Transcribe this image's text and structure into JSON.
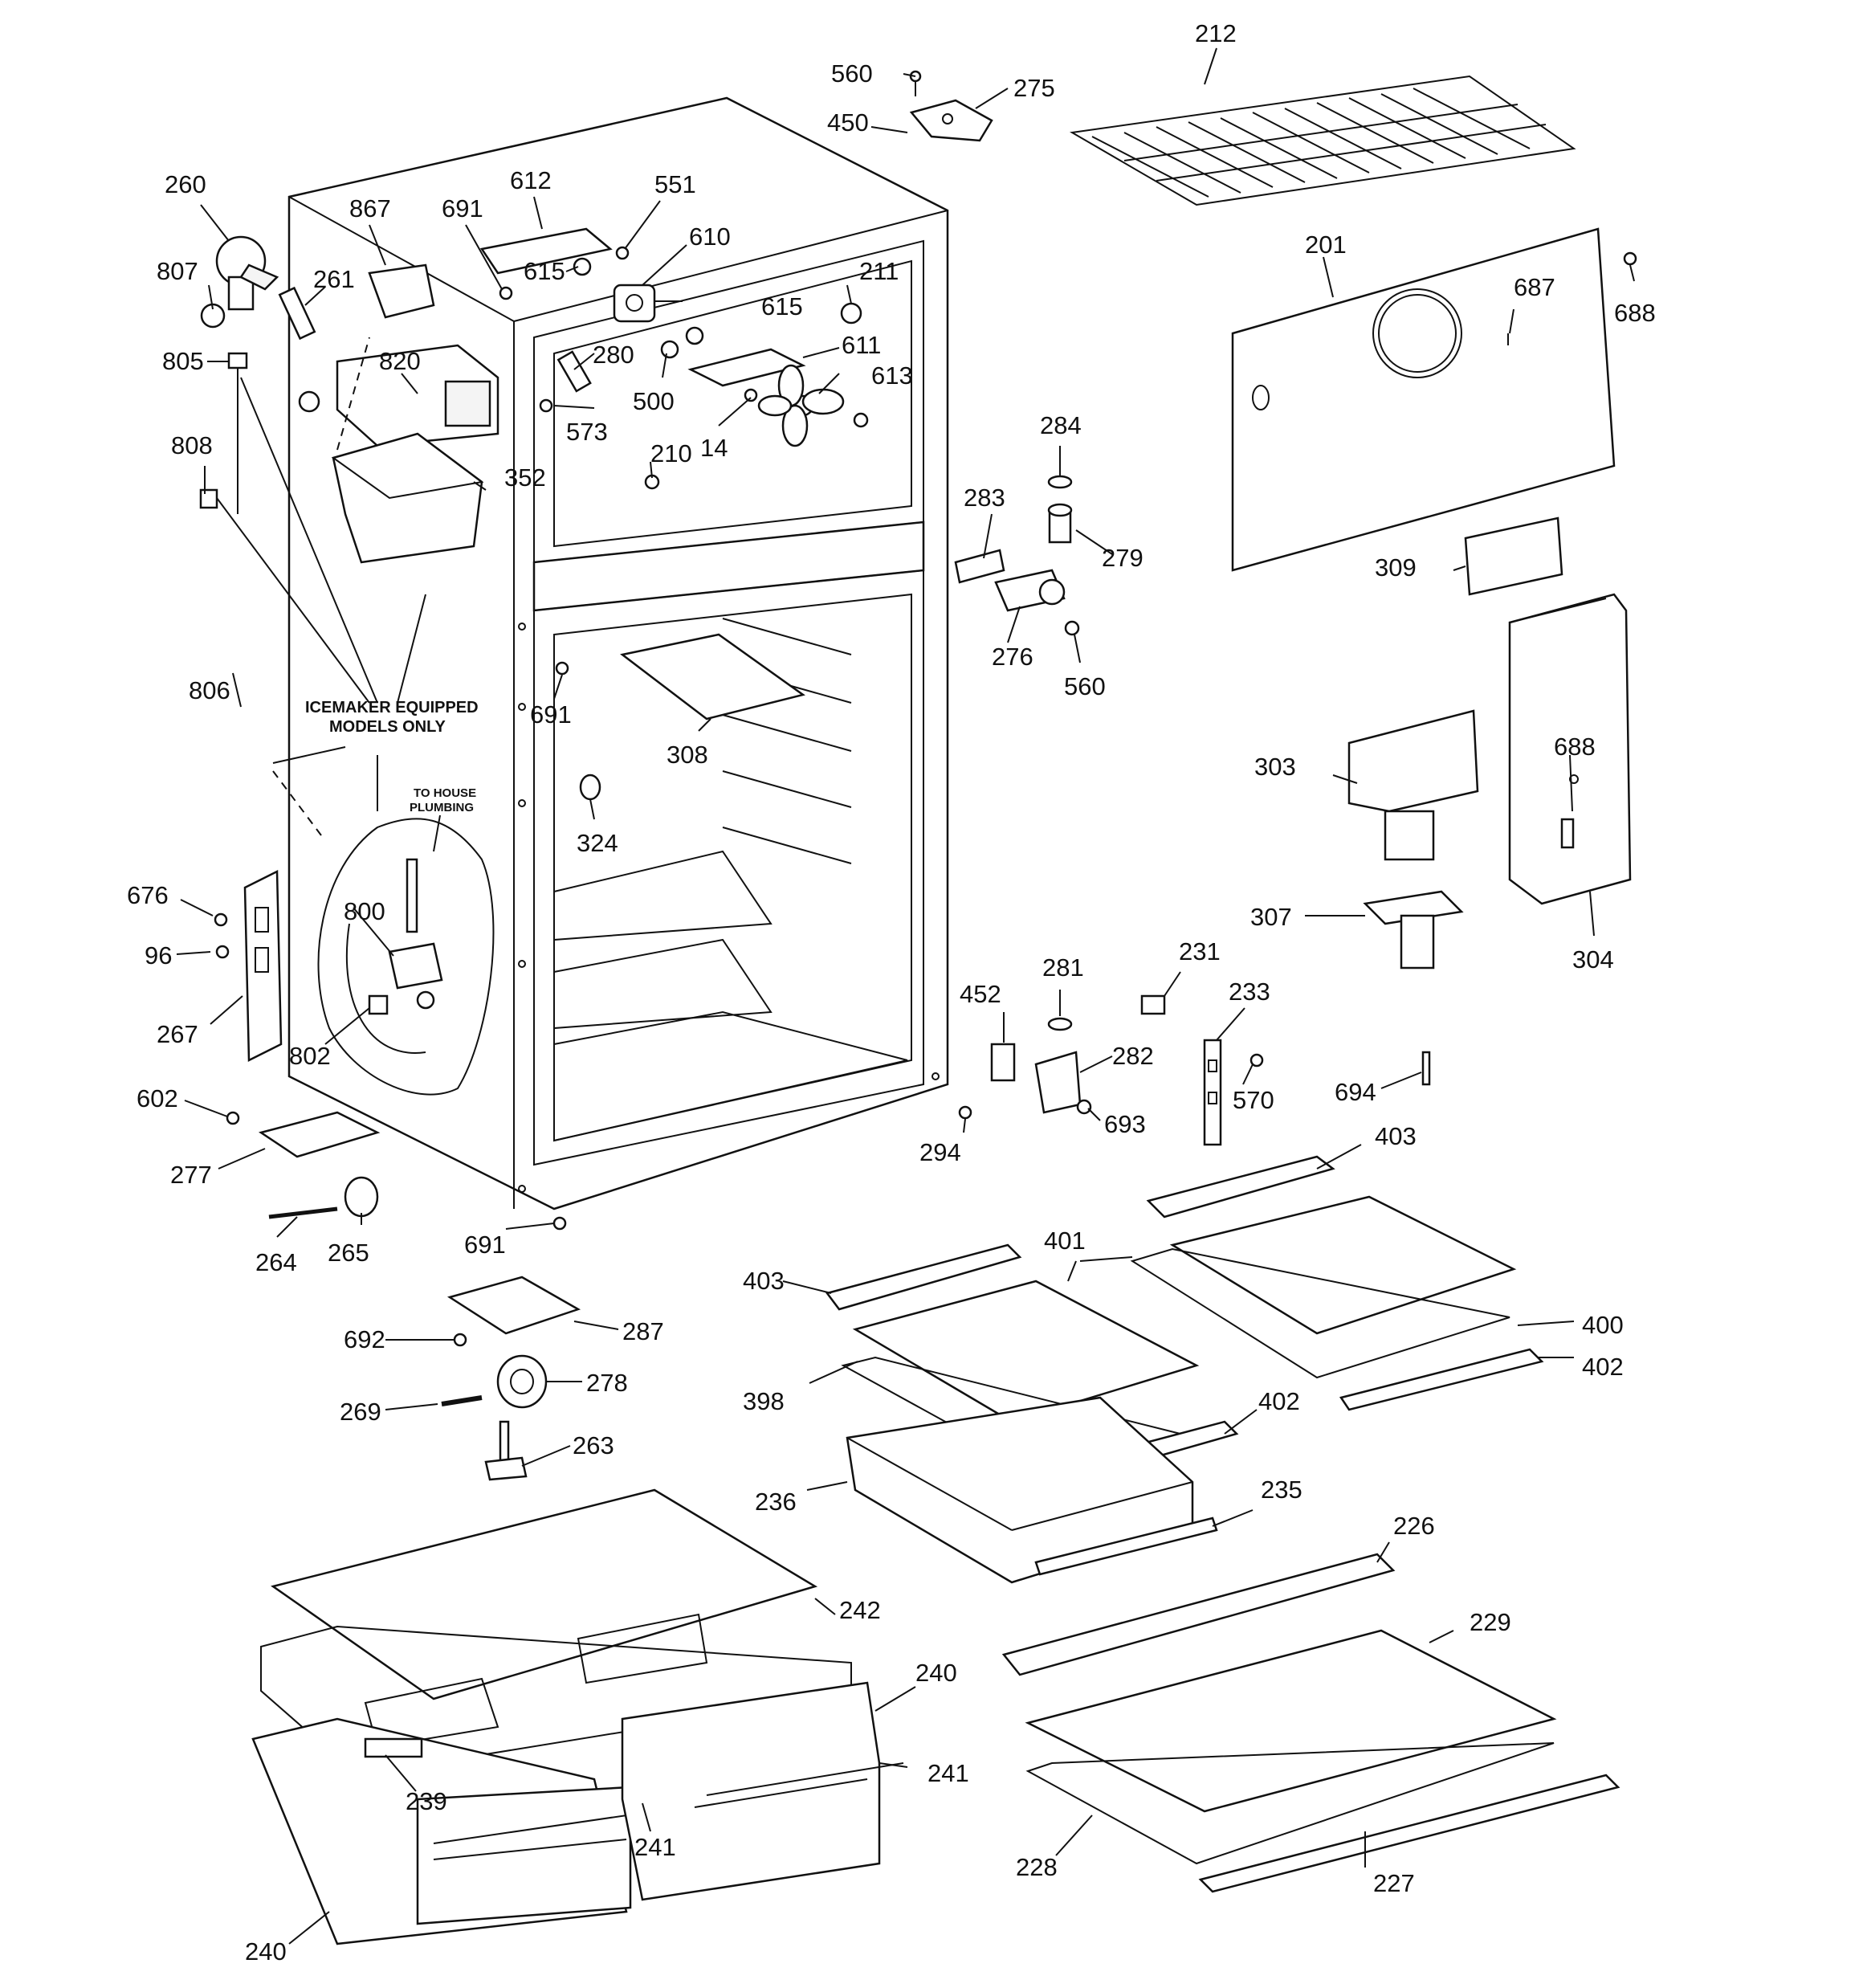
{
  "callouts": {
    "c212": "212",
    "c560a": "560",
    "c275": "275",
    "c450": "450",
    "c260": "260",
    "c867": "867",
    "c691a": "691",
    "c612": "612",
    "c551": "551",
    "c610": "610",
    "c615a": "615",
    "c615b": "615",
    "c807": "807",
    "c261": "261",
    "c211": "211",
    "c201": "201",
    "c687": "687",
    "c688a": "688",
    "c805": "805",
    "c820": "820",
    "c280": "280",
    "c611": "611",
    "c613": "613",
    "c500": "500",
    "c573": "573",
    "c14": "14",
    "c210": "210",
    "c352": "352",
    "c808": "808",
    "c284": "284",
    "c283": "283",
    "c279": "279",
    "c309": "309",
    "c276": "276",
    "c560b": "560",
    "c806": "806",
    "c691b": "691",
    "c308": "308",
    "c303": "303",
    "c688b": "688",
    "c324": "324",
    "c307": "307",
    "c304": "304",
    "c676": "676",
    "c800": "800",
    "c96": "96",
    "c267": "267",
    "c802": "802",
    "c452": "452",
    "c281": "281",
    "c231": "231",
    "c233": "233",
    "c282": "282",
    "c570": "570",
    "c694": "694",
    "c693": "693",
    "c294": "294",
    "c602": "602",
    "c277": "277",
    "c403a": "403",
    "c403b": "403",
    "c401": "401",
    "c400": "400",
    "c402a": "402",
    "c402b": "402",
    "c691c": "691",
    "c264": "264",
    "c265": "265",
    "c692": "692",
    "c287": "287",
    "c278": "278",
    "c269": "269",
    "c263": "263",
    "c398": "398",
    "c236": "236",
    "c235": "235",
    "c226": "226",
    "c242": "242",
    "c229": "229",
    "c240a": "240",
    "c241a": "241",
    "c239": "239",
    "c241b": "241",
    "c228": "228",
    "c227": "227",
    "c240b": "240"
  },
  "notes": {
    "icemaker_line1": "ICEMAKER EQUIPPED",
    "icemaker_line2": "MODELS ONLY",
    "plumbing_line1": "TO HOUSE",
    "plumbing_line2": "PLUMBING"
  }
}
